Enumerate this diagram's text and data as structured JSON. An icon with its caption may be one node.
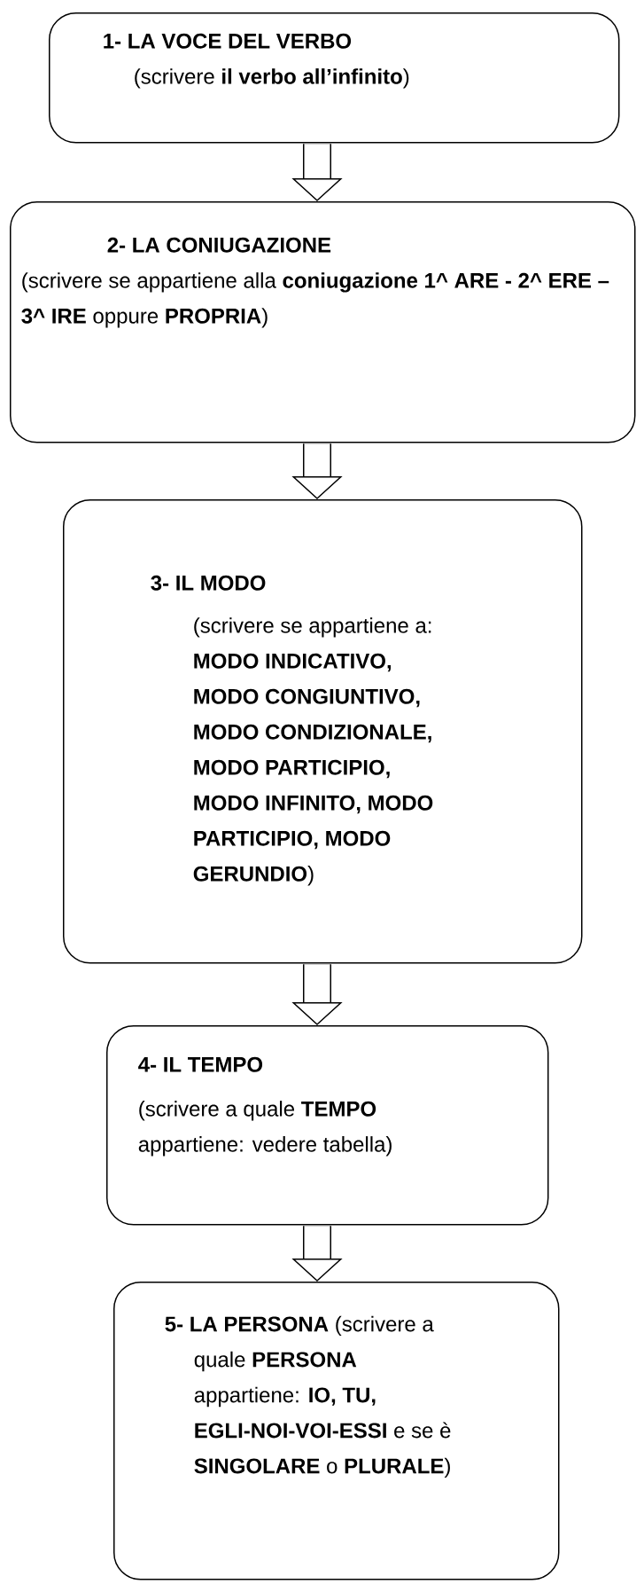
{
  "diagram": {
    "nodes": [
      {
        "text": [
          "1- LA VOCE DEL VERBO",
          "(scrivere **il verbo all’infinito**)"
        ]
      },
      {
        "text": [
          "2- LA CONIUGAZIONE",
          "(scrivere se appartiene alla **coniugazione 1^ ARE - 2^ ERE – 3^ IRE** oppure **PROPRIA**)"
        ]
      },
      {
        "text": [
          "3- IL MODO",
          "(scrivere se appartiene a: **MODO INDICATIVO, MODO CONGIUNTIVO, MODO CONDIZIONALE, MODO PARTICIPIO, MODO INFINITO, MODO PARTICIPIO, MODO GERUNDIO**)"
        ]
      },
      {
        "text": [
          "4- IL TEMPO",
          "(scrivere a quale **TEMPO** appartiene: vedere tabella)"
        ]
      },
      {
        "text": [
          "**5- LA PERSONA** (scrivere a quale **PERSONA** appartiene: **IO, TU, EGLI-NOI-VOI-ESSI** e se è **SINGOLARE** o **PLURALE**)"
        ]
      }
    ],
    "edges": [
      {
        "from": 0,
        "to": 1,
        "arrow": "to"
      },
      {
        "from": 1,
        "to": 2,
        "arrow": "to"
      },
      {
        "from": 2,
        "to": 3,
        "arrow": "to"
      },
      {
        "from": 3,
        "to": 4,
        "arrow": "to"
      }
    ]
  }
}
